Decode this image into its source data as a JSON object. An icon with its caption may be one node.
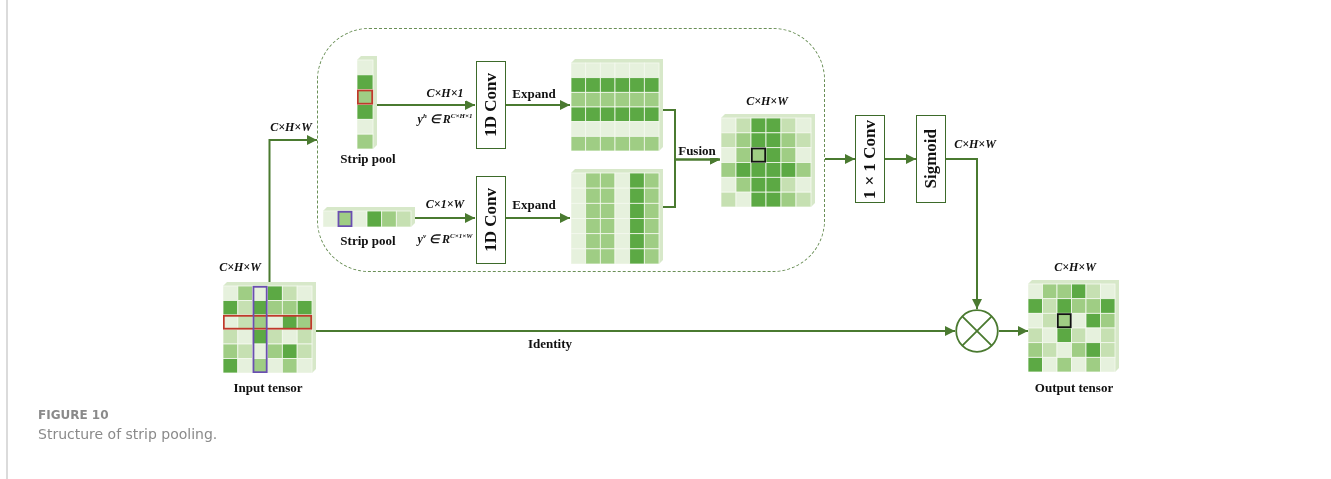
{
  "diagram": {
    "caption": "Structure of strip pooling.",
    "nodes": [
      {
        "text": [],
        "shape": "box"
      },
      {
        "text": [
          "Strip pool"
        ],
        "in": 0
      },
      {
        "text": [
          "1D Conv"
        ],
        "in": 0
      },
      {
        "text": [],
        "shape": "picture",
        "in": 0
      },
      {
        "text": [
          "Strip pool"
        ],
        "in": 0
      },
      {
        "text": [
          "1D Conv"
        ],
        "in": 0
      },
      {
        "text": [],
        "shape": "picture",
        "in": 0
      },
      {
        "text": [
          "C×H×W"
        ],
        "in": 0
      },
      {
        "text": [
          "1×1 Conv"
        ]
      },
      {
        "text": [
          "Sigmoid"
        ]
      },
      {
        "text": [
          "C×H×W",
          "Input tensor"
        ]
      },
      {
        "text": [],
        "shape": "circle"
      },
      {
        "text": [
          "C×H×W",
          "Output tensor"
        ]
      }
    ],
    "edges": [
      {
        "from": 10,
        "to": 0,
        "arrow": "to",
        "label": "C×H×W"
      },
      {
        "from": 1,
        "to": 2,
        "arrow": "to",
        "label": "C×H×1"
      },
      {
        "from": 2,
        "to": 3,
        "arrow": "to",
        "label": "Expand"
      },
      {
        "from": 4,
        "to": 5,
        "arrow": "to",
        "label": "C×1×W"
      },
      {
        "from": 5,
        "to": 6,
        "arrow": "to",
        "label": "Expand"
      },
      {
        "from": 3,
        "to": 7,
        "arrow": "to",
        "label": "Fusion"
      },
      {
        "from": 6,
        "to": 7,
        "arrow": "to"
      },
      {
        "from": 0,
        "to": 8,
        "arrow": "to"
      },
      {
        "from": 8,
        "to": 9,
        "arrow": "to"
      },
      {
        "from": 9,
        "to": 11,
        "arrow": "to",
        "label": "C×H×W"
      },
      {
        "from": 10,
        "to": 11,
        "arrow": "to",
        "label": "Identity"
      },
      {
        "from": 11,
        "to": 12,
        "arrow": "to"
      }
    ],
    "labels": [
      "y$^{h}$ ∈ R$^{C×H×1}$",
      "y$^{v}$ ∈ R$^{C×1×W}$",
      "FIGURE 10"
    ]
  }
}
